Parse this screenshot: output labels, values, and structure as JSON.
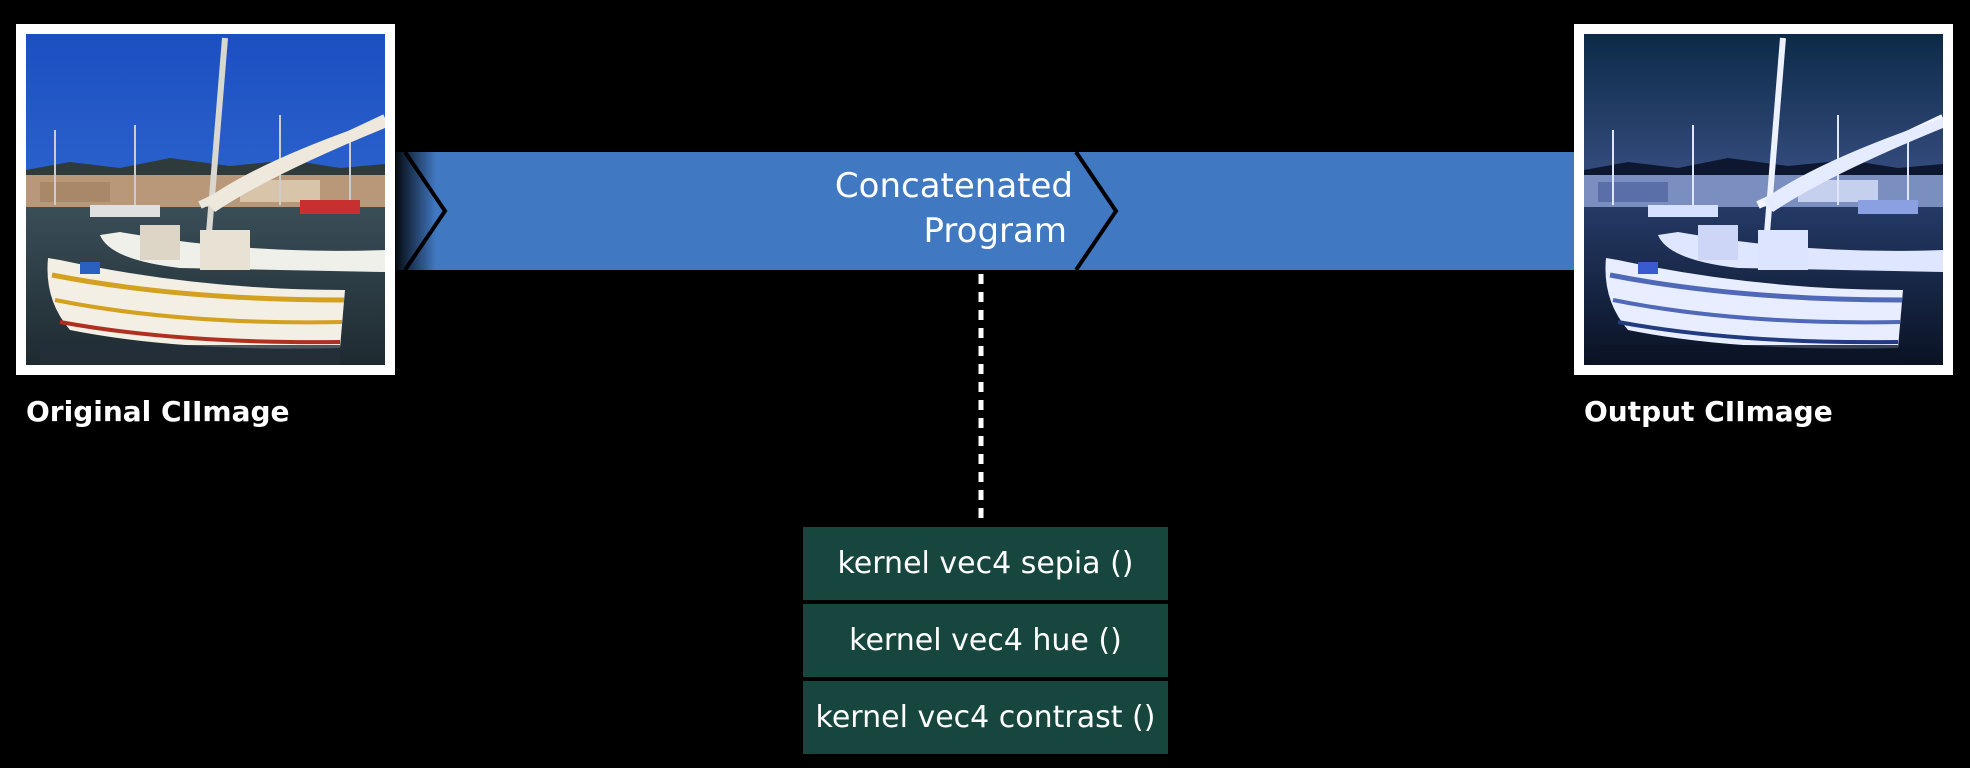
{
  "slide": {
    "background_color": "#000000",
    "banner_color": "#4178c2",
    "kernel_box_color": "#17463e",
    "frame_color": "#ffffff"
  },
  "input_image": {
    "label": "Original CIImage",
    "style": "color photo of a harbour with a wooden sailboat, bright blue sky"
  },
  "output_image": {
    "label": "Output CIImage",
    "style": "same photo with sepia, hue shift and contrast filters applied — cool blue tint"
  },
  "banner": {
    "line1": "Concatenated",
    "line2": "Program"
  },
  "kernels": [
    {
      "label": "kernel vec4 sepia ()"
    },
    {
      "label": "kernel vec4 hue ()"
    },
    {
      "label": "kernel vec4 contrast ()"
    }
  ]
}
